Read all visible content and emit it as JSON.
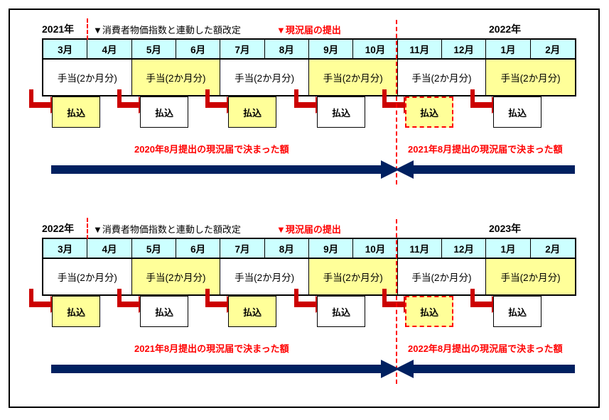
{
  "diagram": {
    "colors": {
      "month_header_fill": "#ccffff",
      "highlight_fill": "#ffff99",
      "accent_red": "#ff0000",
      "timeline_navy": "#002060",
      "border_black": "#000000"
    },
    "months": [
      "3月",
      "4月",
      "5月",
      "6月",
      "7月",
      "8月",
      "9月",
      "10月",
      "11月",
      "12月",
      "1月",
      "2月"
    ],
    "allowance_label": "手当(2か月分)",
    "payment_label": "払込",
    "annotation_cpi": "▼消費者物価指数と連動した額改定",
    "annotation_report": "▼現況届の提出",
    "sections": [
      {
        "year_left": "2021年",
        "year_right": "2022年",
        "timeline_left_label": "2020年8月提出の現況届で決まった額",
        "timeline_right_label": "2021年8月提出の現況届で決まった額",
        "allowances": [
          {
            "label": "手当(2か月分)",
            "highlight": false
          },
          {
            "label": "手当(2か月分)",
            "highlight": true
          },
          {
            "label": "手当(2か月分)",
            "highlight": false
          },
          {
            "label": "手当(2か月分)",
            "highlight": true
          },
          {
            "label": "手当(2か月分)",
            "highlight": false
          },
          {
            "label": "手当(2か月分)",
            "highlight": true
          }
        ],
        "payments": [
          {
            "label": "払込",
            "highlight": true,
            "dashed": false
          },
          {
            "label": "払込",
            "highlight": false,
            "dashed": false
          },
          {
            "label": "払込",
            "highlight": true,
            "dashed": false
          },
          {
            "label": "払込",
            "highlight": false,
            "dashed": false
          },
          {
            "label": "払込",
            "highlight": true,
            "dashed": true
          },
          {
            "label": "払込",
            "highlight": false,
            "dashed": false
          }
        ]
      },
      {
        "year_left": "2022年",
        "year_right": "2023年",
        "timeline_left_label": "2021年8月提出の現況届で決まった額",
        "timeline_right_label": "2022年8月提出の現況届で決まった額",
        "allowances": [
          {
            "label": "手当(2か月分)",
            "highlight": false
          },
          {
            "label": "手当(2か月分)",
            "highlight": true
          },
          {
            "label": "手当(2か月分)",
            "highlight": false
          },
          {
            "label": "手当(2か月分)",
            "highlight": true
          },
          {
            "label": "手当(2か月分)",
            "highlight": false
          },
          {
            "label": "手当(2か月分)",
            "highlight": true
          }
        ],
        "payments": [
          {
            "label": "払込",
            "highlight": true,
            "dashed": false
          },
          {
            "label": "払込",
            "highlight": false,
            "dashed": false
          },
          {
            "label": "払込",
            "highlight": true,
            "dashed": false
          },
          {
            "label": "払込",
            "highlight": false,
            "dashed": false
          },
          {
            "label": "払込",
            "highlight": true,
            "dashed": true
          },
          {
            "label": "払込",
            "highlight": false,
            "dashed": false
          }
        ]
      }
    ]
  }
}
